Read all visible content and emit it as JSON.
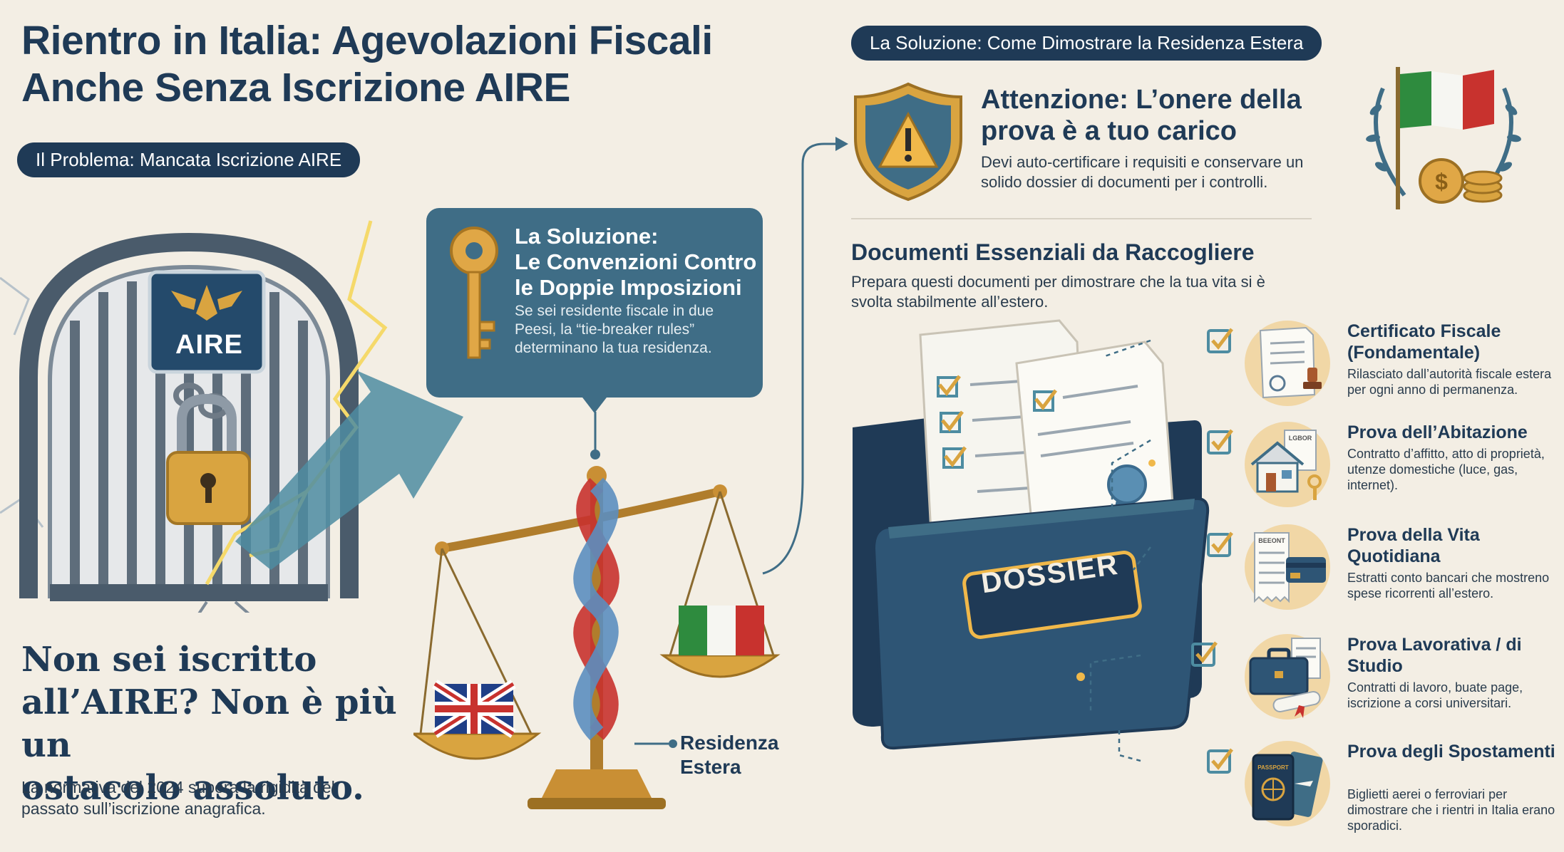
{
  "title_line1": "Rientro in Italia: Agevolazioni Fiscali",
  "title_line2": "Anche Senza Iscrizione AIRE",
  "problem_label": "Il Problema: Mancata Iscrizione AIRE",
  "solution_label": "La Soluzione: Come Dimostrare la Residenza Estera",
  "gate_sign": "AIRE",
  "bubble": {
    "title_line1": "La Soluzione:",
    "title_line2": "Le Convenzioni Contro",
    "title_line3": "le Doppie Imposizioni",
    "text": "Se sei residente fiscale in due Peesi, la “tie-breaker rules” determinano la tua residenza."
  },
  "statement_line1": "Non sei iscritto",
  "statement_line2": "all’AIRE? Non è più un",
  "statement_line3": "ostacolo assoluto.",
  "sub_statement": "La normativa del 2024 supera la rigidità del passato sull’iscrizione anagrafica.",
  "residenza_label": "Residenza Estera",
  "attention": {
    "title": "Attenzione: L’onere della prova è a tuo carico",
    "text": "Devi auto-certificare i requisiti e conservare un solido dossier di documenti per i controlli."
  },
  "docs": {
    "title": "Documenti Essenziali da Raccogliere",
    "text": "Prepara questi documenti per dimostrare che la tua vita si è svolta stabilmente all’estero."
  },
  "folder_label": "DOSSIER",
  "items": [
    {
      "title": "Certificato Fiscale (Fondamentale)",
      "text": "Rilasciato dall’autorità fiscale estera per ogni anno di permanenza.",
      "icon": "certificate-icon"
    },
    {
      "title": "Prova dell’Abitazione",
      "text": "Contratto d’affitto, atto di proprietà, utenze domestiche (luce, gas, internet).",
      "icon": "house-icon",
      "doc_label": "LGBOR"
    },
    {
      "title": "Prova della Vita Quotidiana",
      "text": "Estratti conto bancari che mostreno spese ricorrenti all’estero.",
      "icon": "receipt-icon",
      "doc_label": "BEEONT"
    },
    {
      "title": "Prova Lavorativa / di Studio",
      "text": "Contratti di lavoro, buate page, iscrizione a corsi universitari.",
      "icon": "briefcase-icon"
    },
    {
      "title": "Prova degli Spostamenti",
      "text": "Biglietti aerei o ferroviari per dimostrare che i rientri in Italia erano sporadici.",
      "icon": "passport-icon",
      "doc_label": "PASSPORT"
    }
  ],
  "colors": {
    "navy": "#1f3a56",
    "teal": "#3f6d86",
    "gold": "#d9a440",
    "cream": "#f3eee4",
    "italy_green": "#2e8b3e",
    "italy_red": "#c8322e"
  }
}
